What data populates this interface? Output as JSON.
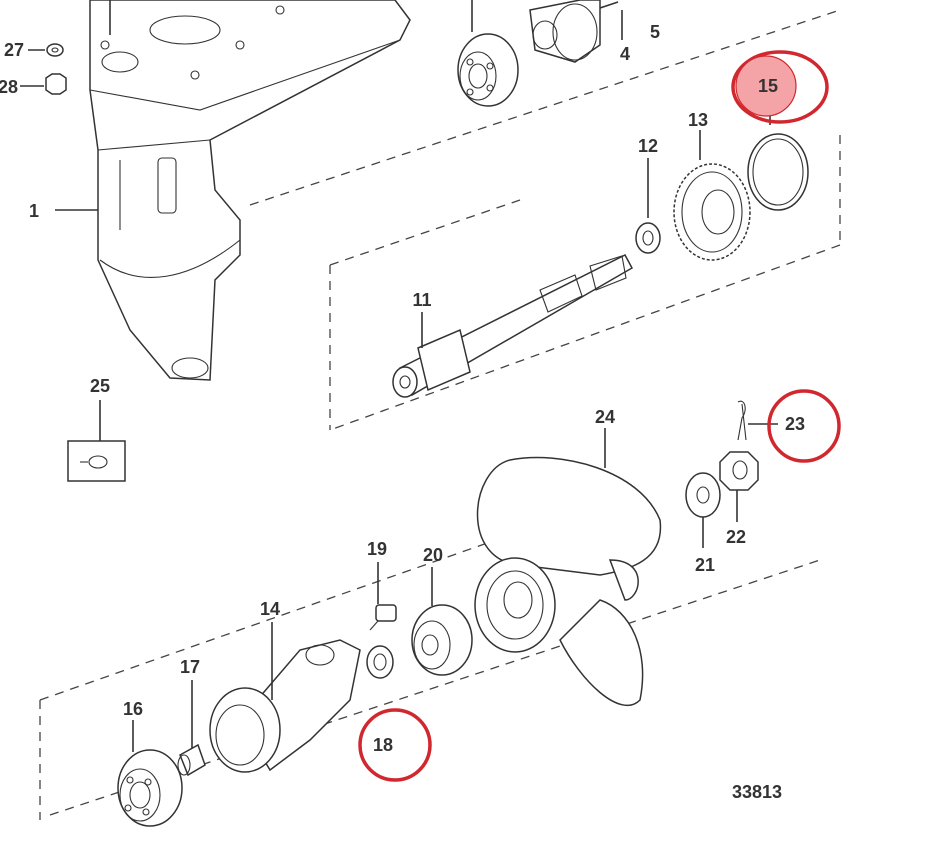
{
  "diagram": {
    "figure_number": "33813",
    "colors": {
      "line": "#333333",
      "highlight": "#d0282e",
      "highlight_fill": "#f4a3a6"
    },
    "callouts": [
      {
        "id": "1",
        "label": "1"
      },
      {
        "id": "4",
        "label": "4"
      },
      {
        "id": "5",
        "label": "5"
      },
      {
        "id": "11",
        "label": "11"
      },
      {
        "id": "12",
        "label": "12"
      },
      {
        "id": "13",
        "label": "13"
      },
      {
        "id": "14",
        "label": "14"
      },
      {
        "id": "15",
        "label": "15",
        "highlighted": true
      },
      {
        "id": "16",
        "label": "16"
      },
      {
        "id": "17",
        "label": "17"
      },
      {
        "id": "18",
        "label": "18",
        "highlighted": true
      },
      {
        "id": "19",
        "label": "19"
      },
      {
        "id": "20",
        "label": "20"
      },
      {
        "id": "21",
        "label": "21"
      },
      {
        "id": "22",
        "label": "22"
      },
      {
        "id": "23",
        "label": "23",
        "highlighted": true
      },
      {
        "id": "24",
        "label": "24"
      },
      {
        "id": "25",
        "label": "25"
      },
      {
        "id": "27",
        "label": "27"
      },
      {
        "id": "28",
        "label": "28"
      }
    ]
  }
}
